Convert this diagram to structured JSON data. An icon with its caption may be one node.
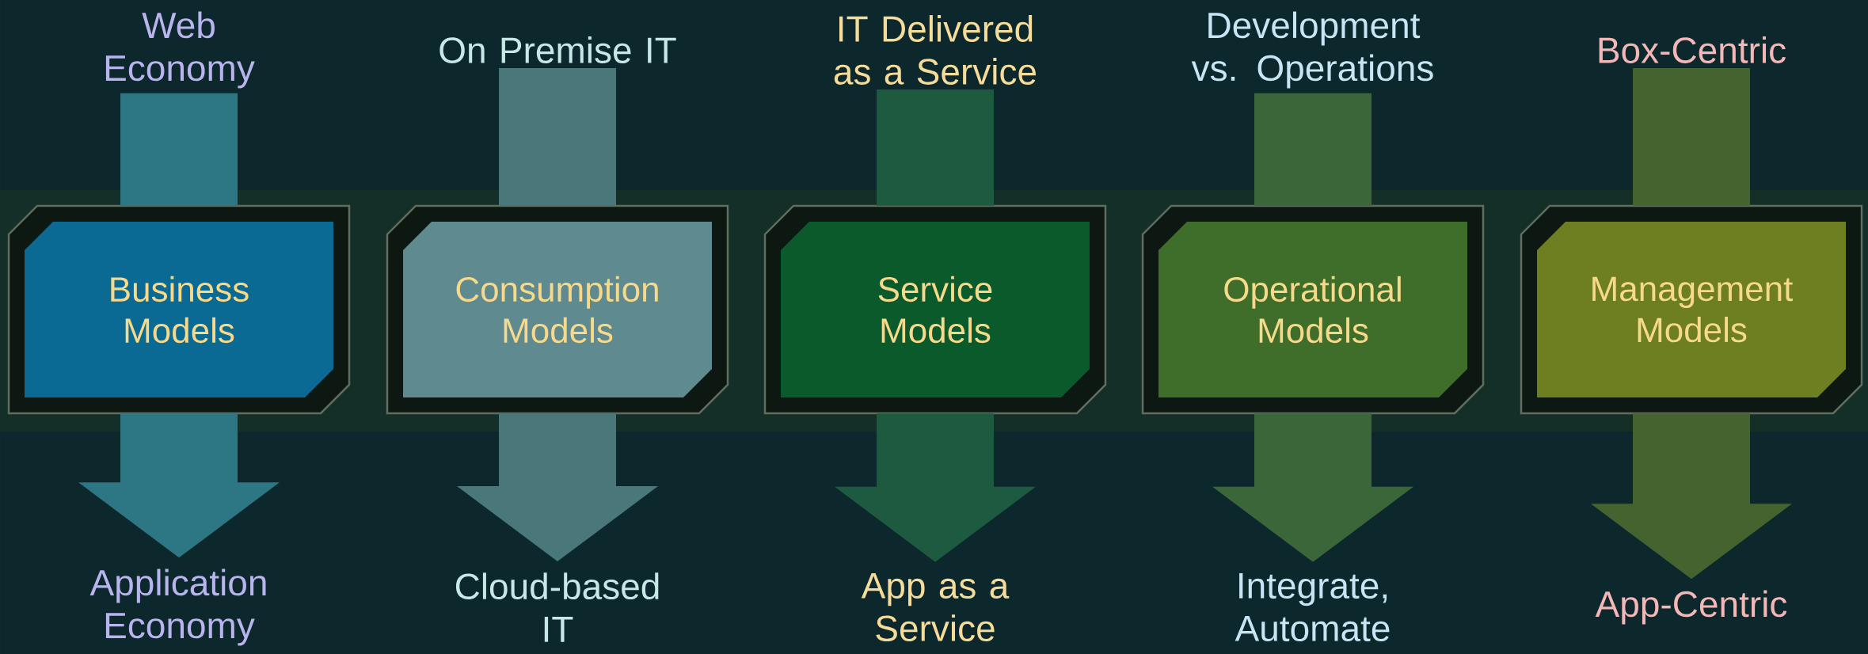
{
  "diagram": {
    "nodes": [
      {
        "text": [
          "Web Economy"
        ]
      },
      {
        "text": [
          "Business Models"
        ]
      },
      {
        "text": [
          "Application Economy"
        ]
      },
      {
        "text": [
          "On Premise IT"
        ]
      },
      {
        "text": [
          "Consumption Models"
        ]
      },
      {
        "text": [
          "Cloud-based IT"
        ]
      },
      {
        "text": [
          "IT Delivered as a Service"
        ]
      },
      {
        "text": [
          "Service Models"
        ]
      },
      {
        "text": [
          "App as a Service"
        ]
      },
      {
        "text": [
          "Development vs. Operations"
        ]
      },
      {
        "text": [
          "Operational Models"
        ]
      },
      {
        "text": [
          "Integrate, Automate"
        ]
      },
      {
        "text": [
          "Box-Centric"
        ]
      },
      {
        "text": [
          "Management Models"
        ]
      },
      {
        "text": [
          "App-Centric"
        ]
      }
    ],
    "edges": [
      {
        "from": 0,
        "to": 1,
        "arrow": "none",
        "color": "#2d7683"
      },
      {
        "from": 1,
        "to": 2,
        "arrow": "to",
        "color": "#2d7683"
      },
      {
        "from": 3,
        "to": 4,
        "arrow": "none",
        "color": "#4a7779"
      },
      {
        "from": 4,
        "to": 5,
        "arrow": "to",
        "color": "#4a7779"
      },
      {
        "from": 6,
        "to": 7,
        "arrow": "none",
        "color": "#1d5a40"
      },
      {
        "from": 7,
        "to": 8,
        "arrow": "to",
        "color": "#1d5a40"
      },
      {
        "from": 9,
        "to": 10,
        "arrow": "none",
        "color": "#3b663a"
      },
      {
        "from": 10,
        "to": 11,
        "arrow": "to",
        "color": "#3b663a"
      },
      {
        "from": 12,
        "to": 13,
        "arrow": "none",
        "color": "#45632e"
      },
      {
        "from": 13,
        "to": 14,
        "arrow": "to",
        "color": "#45632e"
      }
    ]
  }
}
